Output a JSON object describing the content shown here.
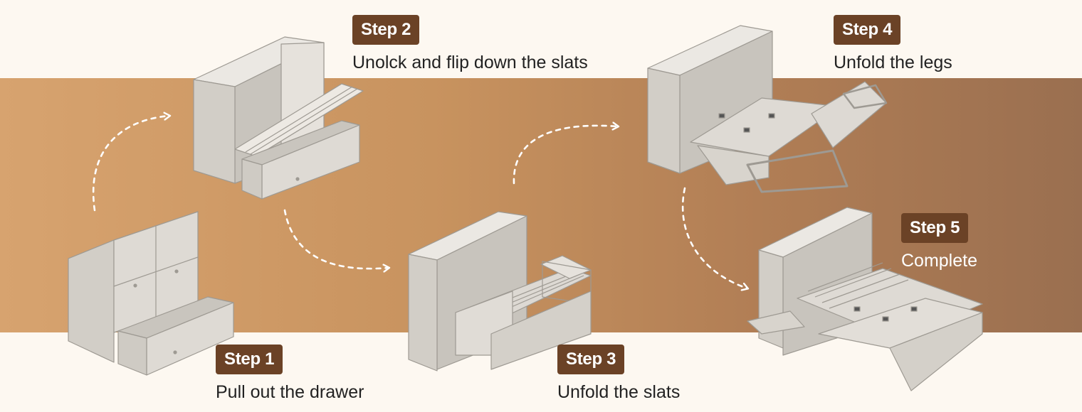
{
  "colors": {
    "badge": "#6b4226",
    "band_start": "#d7a36f",
    "band_end": "#9a6f50",
    "background": "#fdf8f1",
    "furniture": "#dedad4"
  },
  "steps": [
    {
      "label": "Step 1",
      "caption": "Pull out the drawer"
    },
    {
      "label": "Step 2",
      "caption": "Unolck and flip down the slats"
    },
    {
      "label": "Step 3",
      "caption": "Unfold the slats"
    },
    {
      "label": "Step 4",
      "caption": "Unfold the legs"
    },
    {
      "label": "Step 5",
      "caption": "Complete"
    }
  ],
  "icons": [
    "dashed-curved-arrow-icon"
  ]
}
